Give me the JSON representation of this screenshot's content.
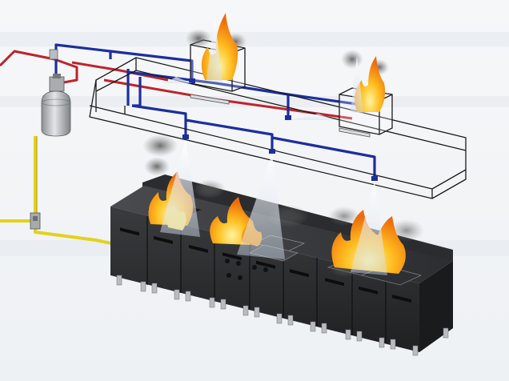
{
  "diagram": {
    "subject": "kitchen-hood-fire-suppression-system",
    "labels": [],
    "colors": {
      "background": "#f3f5f7",
      "agent_pipe": "#1c2f9e",
      "detection_line": "#c0232b",
      "gas_line": "#e3d21c",
      "hood_outline": "#1b1b1b",
      "cabinet": "#2e2f31",
      "flame_orange": "#f28a12",
      "flame_yellow": "#ffd23a",
      "spray": "#dfe9f5",
      "smoke": "#6f6f6f"
    },
    "components": {
      "cylinder": "suppression-agent-cylinder",
      "control_box": "control-head",
      "gas_valve": "gas-shutoff-valve",
      "hood": "exhaust-hood",
      "duct_boxes": [
        "duct-box-left",
        "duct-box-right"
      ],
      "nozzles": [
        "hood-nozzle-1",
        "hood-nozzle-2",
        "appliance-nozzle-1",
        "appliance-nozzle-2",
        "appliance-nozzle-3"
      ],
      "appliances": [
        "range-left",
        "wok-burner",
        "griddle",
        "fryer-right"
      ]
    }
  }
}
